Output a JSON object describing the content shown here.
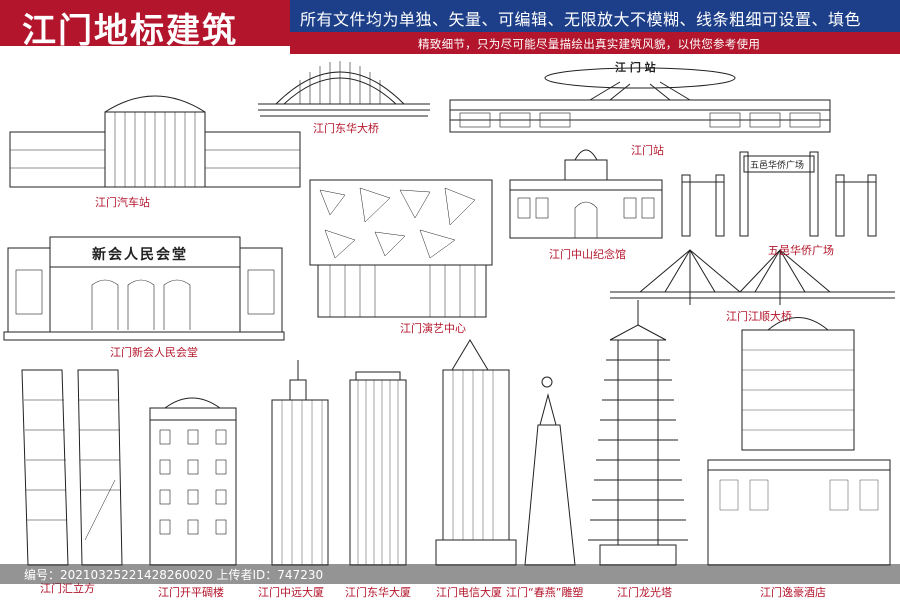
{
  "header": {
    "title": "江门地标建筑",
    "subtitle": "所有文件均为单独、矢量、可编辑、无限放大不模糊、线条粗细可设置、填色",
    "note": "精致细节，只为尽可能尽量描绘出真实建筑风貌，以供您参考使用"
  },
  "landmarks": [
    {
      "label": "江门东华大桥"
    },
    {
      "label": "江门站"
    },
    {
      "label": "江门汽车站"
    },
    {
      "label": "江门中山纪念馆"
    },
    {
      "label": "五邑华侨广场"
    },
    {
      "label": "江门新会人民会堂"
    },
    {
      "label": "江门演艺中心"
    },
    {
      "label": "江门江顺大桥"
    },
    {
      "label": "江门汇立方"
    },
    {
      "label": "江门开平碉楼"
    },
    {
      "label": "江门中远大厦"
    },
    {
      "label": "江门东华大厦"
    },
    {
      "label": "江门电信大厦"
    },
    {
      "label": "江门“春燕”雕塑"
    },
    {
      "label": "江门龙光塔"
    },
    {
      "label": "江门逸豪酒店"
    }
  ],
  "building_signs": {
    "station_sign": "江 门 站",
    "hall_sign": "新会人民会堂",
    "plaza_sign": "五邑华侨广场"
  },
  "footer": {
    "text": "编号：20210325221428260020 上传者ID：747230"
  },
  "colors": {
    "accent_red": "#b3162c",
    "accent_blue": "#1d3f8a",
    "line": "#222222"
  }
}
